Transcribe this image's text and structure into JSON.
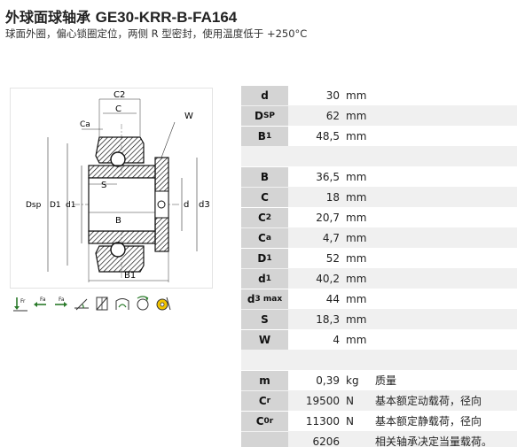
{
  "header": {
    "title_cn": "外球面球轴承",
    "title_code": "GE30-KRR-B-FA164",
    "subtitle": "球面外圈，偏心锁圈定位，两侧 R 型密封，使用温度低于 +250°C"
  },
  "drawing": {
    "labels": {
      "c2": "C2",
      "c": "C",
      "ca": "Ca",
      "w": "W",
      "dsp": "Dsp",
      "d1_big": "D1",
      "d1_small": "d1",
      "s": "S",
      "b": "B",
      "d": "d",
      "d3": "d3",
      "b1": "B1"
    }
  },
  "icons": [
    "radial-load-fr-icon",
    "axial-load-fa-icon",
    "axial-load-fa-both-icon",
    "misalignment-angle-icon",
    "seal-r-icon",
    "eccentric-collar-icon",
    "lubrication-icon",
    "temperature-icon"
  ],
  "specs": {
    "group1": [
      {
        "label": "d",
        "sub": "",
        "value": "30",
        "unit": "mm",
        "note": ""
      },
      {
        "label": "D",
        "sub": "SP",
        "value": "62",
        "unit": "mm",
        "note": ""
      },
      {
        "label": "B",
        "sub": "1",
        "value": "48,5",
        "unit": "mm",
        "note": ""
      }
    ],
    "group2": [
      {
        "label": "B",
        "sub": "",
        "value": "36,5",
        "unit": "mm",
        "note": ""
      },
      {
        "label": "C",
        "sub": "",
        "value": "18",
        "unit": "mm",
        "note": ""
      },
      {
        "label": "C",
        "sub": "2",
        "value": "20,7",
        "unit": "mm",
        "note": ""
      },
      {
        "label": "C",
        "sub": "a",
        "value": "4,7",
        "unit": "mm",
        "note": ""
      },
      {
        "label": "D",
        "sub": "1",
        "value": "52",
        "unit": "mm",
        "note": ""
      },
      {
        "label": "d",
        "sub": "1",
        "value": "40,2",
        "unit": "mm",
        "note": ""
      },
      {
        "label": "d",
        "sub": "3 max",
        "value": "44",
        "unit": "mm",
        "note": ""
      },
      {
        "label": "S",
        "sub": "",
        "value": "18,3",
        "unit": "mm",
        "note": ""
      },
      {
        "label": "W",
        "sub": "",
        "value": "4",
        "unit": "mm",
        "note": ""
      }
    ],
    "group3": [
      {
        "label": "m",
        "sub": "",
        "value": "0,39",
        "unit": "kg",
        "note": "质量"
      },
      {
        "label": "C",
        "sub": "r",
        "value": "19500",
        "unit": "N",
        "note": "基本额定动载荷，径向"
      },
      {
        "label": "C",
        "sub": "0r",
        "value": "11300",
        "unit": "N",
        "note": "基本额定静载荷，径向"
      },
      {
        "label": "",
        "sub": "",
        "value": "6206",
        "unit": "",
        "note": "相关轴承决定当量载荷。"
      }
    ]
  }
}
